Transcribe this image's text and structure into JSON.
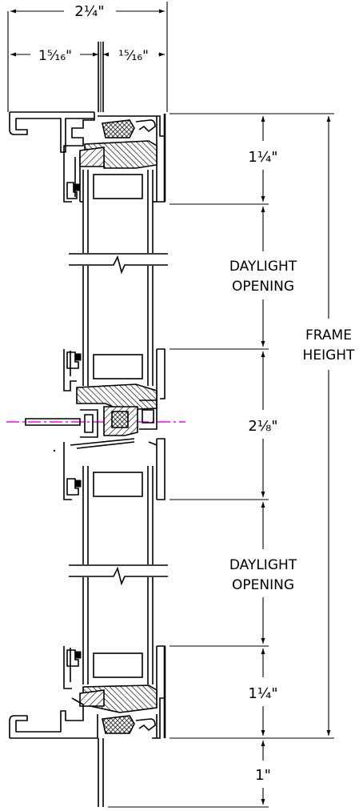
{
  "dimensions": {
    "overall_width": "2¼\"",
    "left_width": "1⁵⁄₁₆\"",
    "right_width": "¹⁵⁄₁₆\"",
    "top_frame": "1¼\"",
    "daylight_top": [
      "DAYLIGHT",
      "OPENING"
    ],
    "frame_height": [
      "FRAME",
      "HEIGHT"
    ],
    "mid_rail": "2⅛\"",
    "daylight_bottom": [
      "DAYLIGHT",
      "OPENING"
    ],
    "bottom_frame": "1¼\"",
    "sill_extension": "1\""
  },
  "colors": {
    "lines": "#000000",
    "centerline": "#ff00ff",
    "background": "#ffffff"
  }
}
